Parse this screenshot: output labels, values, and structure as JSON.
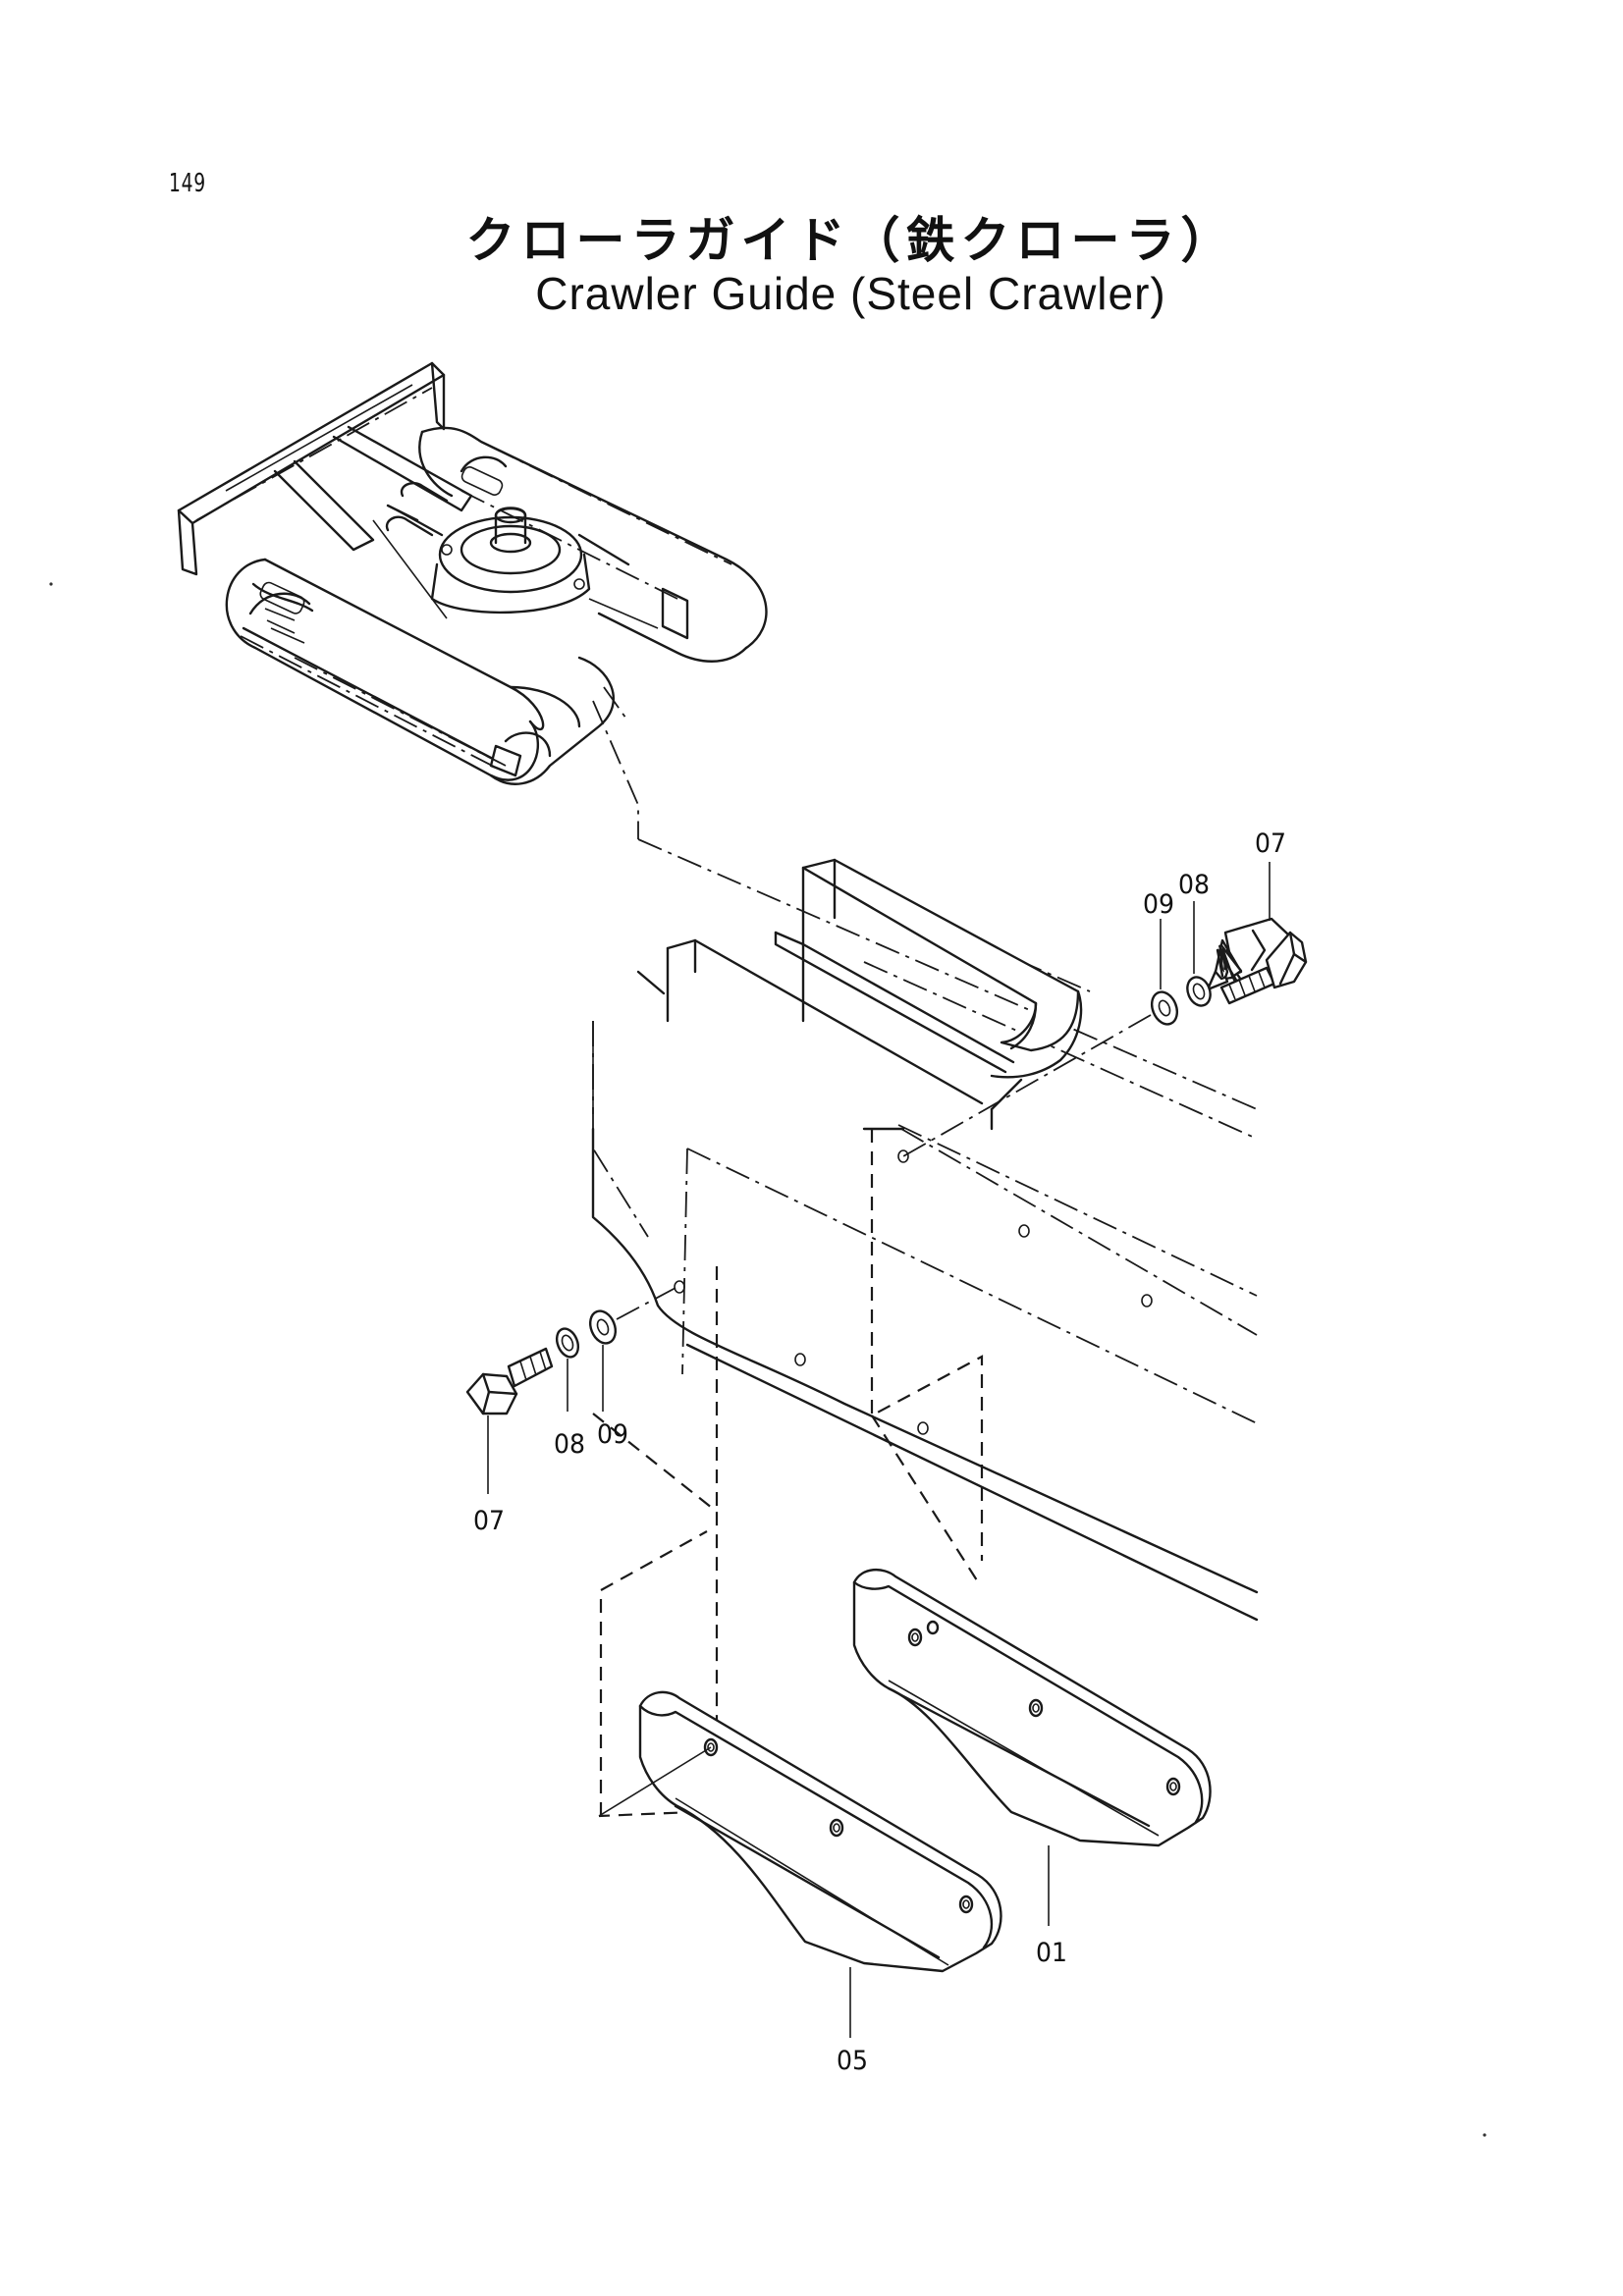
{
  "page": {
    "number": "149",
    "title_jp": "クローラガイド（鉄クローラ）",
    "title_en": "Crawler Guide (Steel Crawler)"
  },
  "callouts": {
    "bolt_upper": "07",
    "lockwasher_upper": "08",
    "washer_upper": "09",
    "bolt_lower": "07",
    "lockwasher_lower": "08",
    "washer_lower": "09",
    "guide_right": "01",
    "guide_left": "05"
  }
}
